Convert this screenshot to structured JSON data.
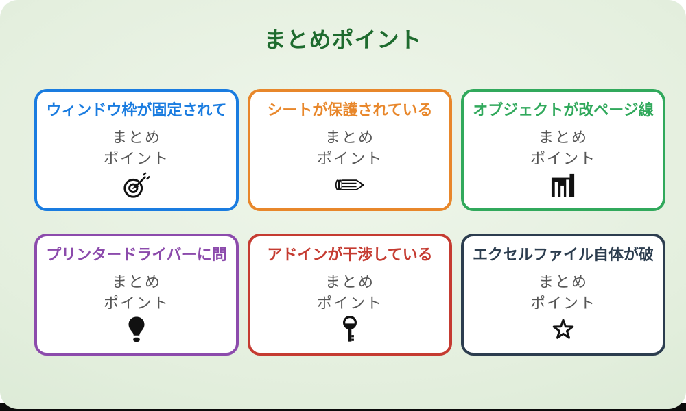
{
  "page": {
    "title": "まとめポイント",
    "title_color": "#1e6b2e",
    "background_top": "#eff6eb",
    "background_edge": "#cfe3ca"
  },
  "cards": [
    {
      "title": "ウィンドウ枠が固定されて",
      "color": "#1a7ce0",
      "icon": "dart-target-icon",
      "lines": [
        "まとめ",
        "ポイント"
      ]
    },
    {
      "title": "シートが保護されている",
      "color": "#e8872b",
      "icon": "pencil-icon",
      "lines": [
        "まとめ",
        "ポイント"
      ]
    },
    {
      "title": "オブジェクトが改ページ線",
      "color": "#31a95c",
      "icon": "bar-chart-icon",
      "lines": [
        "まとめ",
        "ポイント"
      ]
    },
    {
      "title": "プリンタードライバーに問",
      "color": "#8c4bac",
      "icon": "lightbulb-icon",
      "lines": [
        "まとめ",
        "ポイント"
      ]
    },
    {
      "title": "アドインが干渉している",
      "color": "#c53b31",
      "icon": "key-icon",
      "lines": [
        "まとめ",
        "ポイント"
      ]
    },
    {
      "title": "エクセルファイル自体が破",
      "color": "#2c3d4f",
      "icon": "star-icon",
      "lines": [
        "まとめ",
        "ポイント"
      ]
    }
  ]
}
